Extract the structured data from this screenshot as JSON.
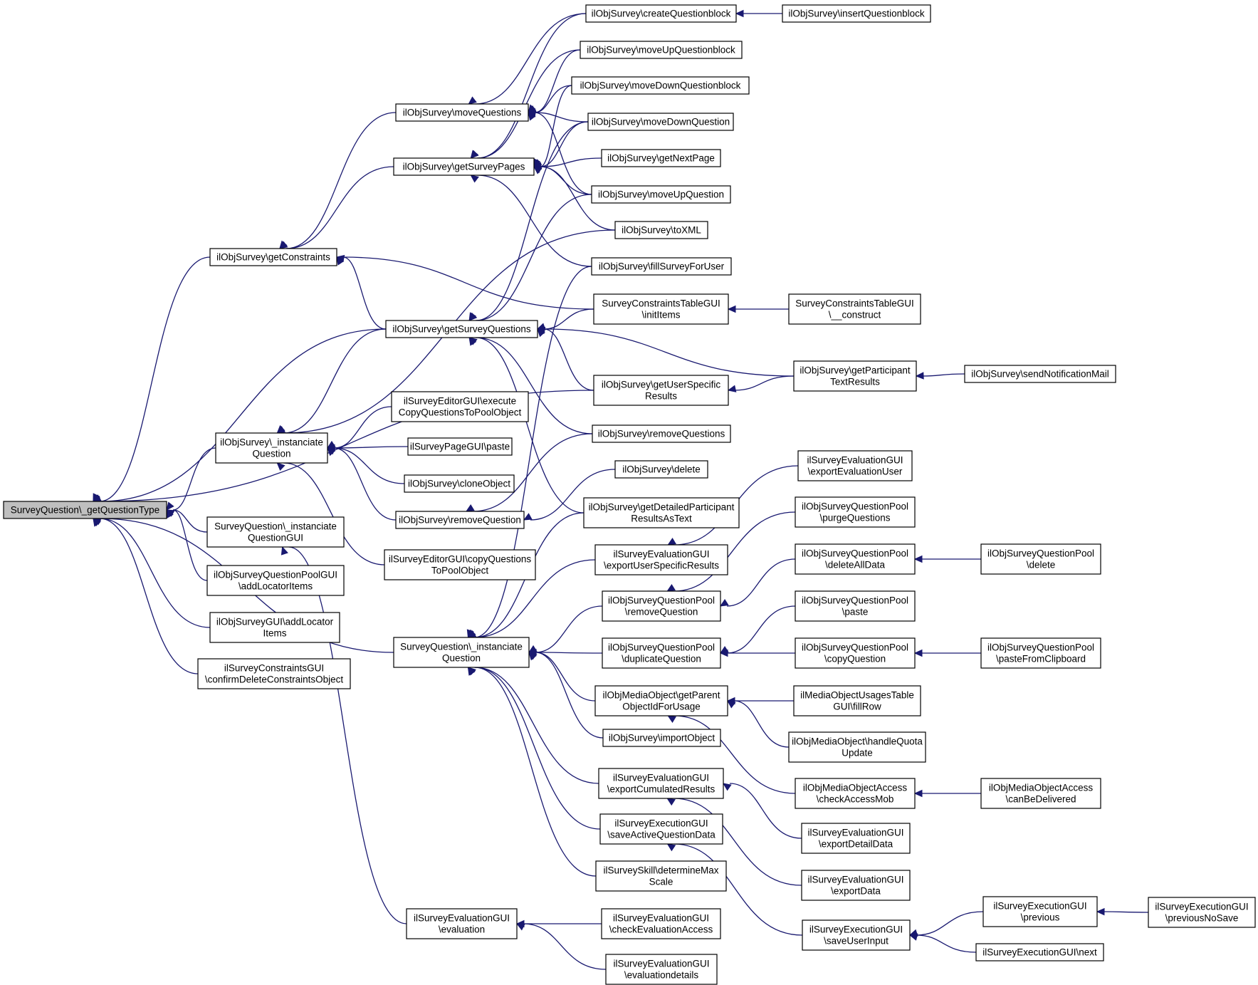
{
  "colors": {
    "edge": "#191970",
    "root_fill": "#bfbfbf",
    "node_fill": "#ffffff",
    "border": "#000000"
  },
  "nodes": [
    {
      "id": "root",
      "lines": [
        "SurveyQuestion\\_getQuestionType"
      ],
      "root": true
    },
    {
      "id": "n1",
      "lines": [
        "ilObjSurvey\\getConstraints"
      ]
    },
    {
      "id": "n2",
      "lines": [
        "ilObjSurvey\\_instanciate",
        "Question"
      ]
    },
    {
      "id": "n3",
      "lines": [
        "SurveyQuestion\\_instanciate",
        "QuestionGUI"
      ]
    },
    {
      "id": "n4",
      "lines": [
        "ilObjSurveyQuestionPoolGUI",
        "\\addLocatorItems"
      ]
    },
    {
      "id": "n5",
      "lines": [
        "ilObjSurveyGUI\\addLocator",
        "Items"
      ]
    },
    {
      "id": "n6",
      "lines": [
        "ilSurveyConstraintsGUI",
        "\\confirmDeleteConstraintsObject"
      ]
    },
    {
      "id": "n7",
      "lines": [
        "ilObjSurvey\\moveQuestions"
      ]
    },
    {
      "id": "n8",
      "lines": [
        "ilObjSurvey\\getSurveyPages"
      ]
    },
    {
      "id": "n9",
      "lines": [
        "ilObjSurvey\\getSurveyQuestions"
      ]
    },
    {
      "id": "n10",
      "lines": [
        "ilSurveyEditorGUI\\execute",
        "CopyQuestionsToPoolObject"
      ]
    },
    {
      "id": "n11",
      "lines": [
        "ilSurveyPageGUI\\paste"
      ]
    },
    {
      "id": "n12",
      "lines": [
        "ilObjSurvey\\cloneObject"
      ]
    },
    {
      "id": "n13",
      "lines": [
        "ilObjSurvey\\removeQuestion"
      ]
    },
    {
      "id": "n14",
      "lines": [
        "ilSurveyEditorGUI\\copyQuestions",
        "ToPoolObject"
      ]
    },
    {
      "id": "n15",
      "lines": [
        "SurveyQuestion\\_instanciate",
        "Question"
      ]
    },
    {
      "id": "n16",
      "lines": [
        "ilSurveyEvaluationGUI",
        "\\evaluation"
      ]
    },
    {
      "id": "n17",
      "lines": [
        "ilObjSurvey\\createQuestionblock"
      ]
    },
    {
      "id": "n18",
      "lines": [
        "ilObjSurvey\\insertQuestionblock"
      ]
    },
    {
      "id": "n19",
      "lines": [
        "ilObjSurvey\\moveUpQuestionblock"
      ]
    },
    {
      "id": "n20",
      "lines": [
        "ilObjSurvey\\moveDownQuestionblock"
      ]
    },
    {
      "id": "n21",
      "lines": [
        "ilObjSurvey\\moveDownQuestion"
      ]
    },
    {
      "id": "n22",
      "lines": [
        "ilObjSurvey\\getNextPage"
      ]
    },
    {
      "id": "n23",
      "lines": [
        "ilObjSurvey\\moveUpQuestion"
      ]
    },
    {
      "id": "n24",
      "lines": [
        "ilObjSurvey\\toXML"
      ]
    },
    {
      "id": "n25",
      "lines": [
        "ilObjSurvey\\fillSurveyForUser"
      ]
    },
    {
      "id": "n26",
      "lines": [
        "SurveyConstraintsTableGUI",
        "\\initItems"
      ]
    },
    {
      "id": "n27",
      "lines": [
        "SurveyConstraintsTableGUI",
        "\\__construct"
      ]
    },
    {
      "id": "n28",
      "lines": [
        "ilObjSurvey\\getParticipant",
        "TextResults"
      ]
    },
    {
      "id": "n29",
      "lines": [
        "ilObjSurvey\\sendNotificationMail"
      ]
    },
    {
      "id": "n30",
      "lines": [
        "ilObjSurvey\\getUserSpecific",
        "Results"
      ]
    },
    {
      "id": "n31",
      "lines": [
        "ilObjSurvey\\removeQuestions"
      ]
    },
    {
      "id": "n32",
      "lines": [
        "ilObjSurvey\\delete"
      ]
    },
    {
      "id": "n33",
      "lines": [
        "ilObjSurvey\\getDetailedParticipant",
        "ResultsAsText"
      ]
    },
    {
      "id": "n34",
      "lines": [
        "ilSurveyEvaluationGUI",
        "\\exportEvaluationUser"
      ]
    },
    {
      "id": "n35",
      "lines": [
        "ilObjSurveyQuestionPool",
        "\\purgeQuestions"
      ]
    },
    {
      "id": "n36",
      "lines": [
        "ilSurveyEvaluationGUI",
        "\\exportUserSpecificResults"
      ]
    },
    {
      "id": "n37",
      "lines": [
        "ilObjSurveyQuestionPool",
        "\\deleteAllData"
      ]
    },
    {
      "id": "n38",
      "lines": [
        "ilObjSurveyQuestionPool",
        "\\delete"
      ]
    },
    {
      "id": "n39",
      "lines": [
        "ilObjSurveyQuestionPool",
        "\\removeQuestion"
      ]
    },
    {
      "id": "n40",
      "lines": [
        "ilObjSurveyQuestionPool",
        "\\paste"
      ]
    },
    {
      "id": "n41",
      "lines": [
        "ilObjSurveyQuestionPool",
        "\\duplicateQuestion"
      ]
    },
    {
      "id": "n42",
      "lines": [
        "ilObjSurveyQuestionPool",
        "\\copyQuestion"
      ]
    },
    {
      "id": "n43",
      "lines": [
        "ilObjSurveyQuestionPool",
        "\\pasteFromClipboard"
      ]
    },
    {
      "id": "n44",
      "lines": [
        "ilObjMediaObject\\getParent",
        "ObjectIdForUsage"
      ]
    },
    {
      "id": "n45",
      "lines": [
        "ilMediaObjectUsagesTable",
        "GUI\\fillRow"
      ]
    },
    {
      "id": "n46",
      "lines": [
        "ilObjMediaObject\\handleQuota",
        "Update"
      ]
    },
    {
      "id": "n47",
      "lines": [
        "ilObjSurvey\\importObject"
      ]
    },
    {
      "id": "n48",
      "lines": [
        "ilObjMediaObjectAccess",
        "\\checkAccessMob"
      ]
    },
    {
      "id": "n49",
      "lines": [
        "ilObjMediaObjectAccess",
        "\\canBeDelivered"
      ]
    },
    {
      "id": "n50",
      "lines": [
        "ilSurveyEvaluationGUI",
        "\\exportCumulatedResults"
      ]
    },
    {
      "id": "n51",
      "lines": [
        "ilSurveyEvaluationGUI",
        "\\exportDetailData"
      ]
    },
    {
      "id": "n52",
      "lines": [
        "ilSurveyExecutionGUI",
        "\\saveActiveQuestionData"
      ]
    },
    {
      "id": "n53",
      "lines": [
        "ilSurveyEvaluationGUI",
        "\\exportData"
      ]
    },
    {
      "id": "n54",
      "lines": [
        "ilSurveySkill\\determineMax",
        "Scale"
      ]
    },
    {
      "id": "n55",
      "lines": [
        "ilSurveyExecutionGUI",
        "\\previous"
      ]
    },
    {
      "id": "n56",
      "lines": [
        "ilSurveyExecutionGUI",
        "\\previousNoSave"
      ]
    },
    {
      "id": "n57",
      "lines": [
        "ilSurveyEvaluationGUI",
        "\\checkEvaluationAccess"
      ]
    },
    {
      "id": "n58",
      "lines": [
        "ilSurveyExecutionGUI",
        "\\saveUserInput"
      ]
    },
    {
      "id": "n59",
      "lines": [
        "ilSurveyExecutionGUI\\next"
      ]
    },
    {
      "id": "n60",
      "lines": [
        "ilSurveyEvaluationGUI",
        "\\evaluationdetails"
      ]
    }
  ],
  "edges": [
    [
      "root",
      "n1"
    ],
    [
      "root",
      "n2"
    ],
    [
      "root",
      "n3"
    ],
    [
      "root",
      "n4"
    ],
    [
      "root",
      "n5"
    ],
    [
      "root",
      "n6"
    ],
    [
      "root",
      "n9"
    ],
    [
      "root",
      "n15"
    ],
    [
      "root",
      "n30"
    ],
    [
      "n1",
      "n7"
    ],
    [
      "n1",
      "n8"
    ],
    [
      "n1",
      "n9"
    ],
    [
      "n1",
      "n26"
    ],
    [
      "n2",
      "n9"
    ],
    [
      "n2",
      "n10"
    ],
    [
      "n2",
      "n11"
    ],
    [
      "n2",
      "n12"
    ],
    [
      "n2",
      "n13"
    ],
    [
      "n2",
      "n14"
    ],
    [
      "n2",
      "n24"
    ],
    [
      "n3",
      "n16"
    ],
    [
      "n7",
      "n17"
    ],
    [
      "n7",
      "n19"
    ],
    [
      "n7",
      "n20"
    ],
    [
      "n7",
      "n21"
    ],
    [
      "n7",
      "n23"
    ],
    [
      "n8",
      "n19"
    ],
    [
      "n8",
      "n20"
    ],
    [
      "n8",
      "n21"
    ],
    [
      "n8",
      "n22"
    ],
    [
      "n8",
      "n23"
    ],
    [
      "n8",
      "n24"
    ],
    [
      "n8",
      "n25"
    ],
    [
      "n8",
      "n17"
    ],
    [
      "n9",
      "n26"
    ],
    [
      "n9",
      "n28"
    ],
    [
      "n9",
      "n30"
    ],
    [
      "n9",
      "n31"
    ],
    [
      "n9",
      "n33"
    ],
    [
      "n9",
      "n21"
    ],
    [
      "n9",
      "n23"
    ],
    [
      "n13",
      "n31"
    ],
    [
      "n13",
      "n32"
    ],
    [
      "n15",
      "n25"
    ],
    [
      "n15",
      "n33"
    ],
    [
      "n15",
      "n36"
    ],
    [
      "n15",
      "n39"
    ],
    [
      "n15",
      "n41"
    ],
    [
      "n15",
      "n44"
    ],
    [
      "n15",
      "n47"
    ],
    [
      "n15",
      "n50"
    ],
    [
      "n15",
      "n52"
    ],
    [
      "n15",
      "n54"
    ],
    [
      "n16",
      "n57"
    ],
    [
      "n16",
      "n60"
    ],
    [
      "n17",
      "n18"
    ],
    [
      "n26",
      "n27"
    ],
    [
      "n28",
      "n29"
    ],
    [
      "n30",
      "n28"
    ],
    [
      "n36",
      "n34"
    ],
    [
      "n39",
      "n35"
    ],
    [
      "n39",
      "n37"
    ],
    [
      "n37",
      "n38"
    ],
    [
      "n41",
      "n40"
    ],
    [
      "n41",
      "n42"
    ],
    [
      "n42",
      "n43"
    ],
    [
      "n44",
      "n45"
    ],
    [
      "n44",
      "n46"
    ],
    [
      "n44",
      "n48"
    ],
    [
      "n48",
      "n49"
    ],
    [
      "n50",
      "n51"
    ],
    [
      "n50",
      "n53"
    ],
    [
      "n52",
      "n58"
    ],
    [
      "n58",
      "n55"
    ],
    [
      "n58",
      "n59"
    ],
    [
      "n55",
      "n56"
    ]
  ]
}
